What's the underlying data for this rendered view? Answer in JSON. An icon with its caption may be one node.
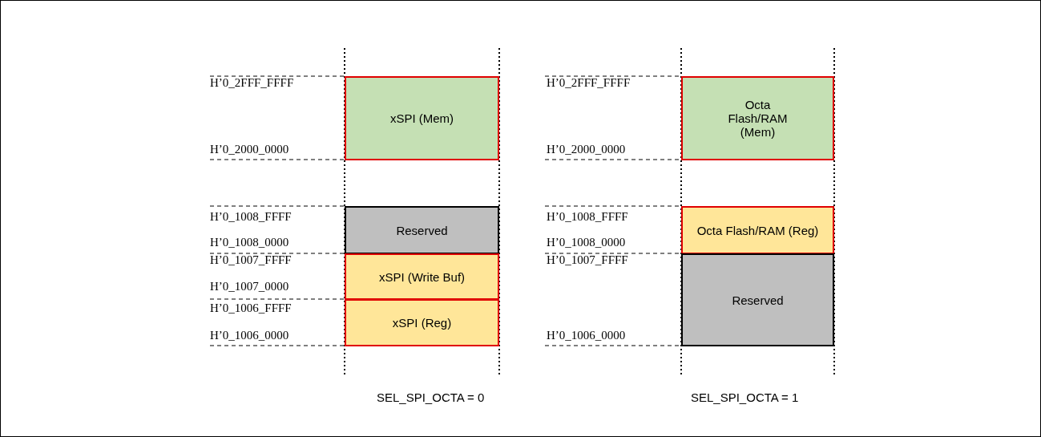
{
  "diagram": {
    "nodes": [
      {
        "text": [
          "xSPI (Mem)"
        ]
      },
      {
        "text": [
          "Reserved"
        ]
      },
      {
        "text": [
          "xSPI (Write Buf)"
        ]
      },
      {
        "text": [
          "xSPI (Reg)"
        ]
      },
      {
        "text": [
          "Octa Flash/RAM (Mem)"
        ]
      },
      {
        "text": [
          "Octa Flash/RAM (Reg)"
        ]
      },
      {
        "text": [
          "Reserved"
        ]
      }
    ],
    "labels": [
      "H’0_2FFF_FFFF",
      "H’0_2000_0000",
      "H’0_1008_FFFF",
      "H’0_1008_0000",
      "H’0_1007_FFFF",
      "H’0_1007_0000",
      "H’0_1006_FFFF",
      "H’0_1006_0000",
      "SEL_SPI_OCTA = 0",
      "H’0_2FFF_FFFF",
      "H’0_2000_0000",
      "H’0_1008_FFFF",
      "H’0_1008_0000",
      "H’0_1007_FFFF",
      "H’0_1006_0000",
      "SEL_SPI_OCTA = 1"
    ]
  }
}
